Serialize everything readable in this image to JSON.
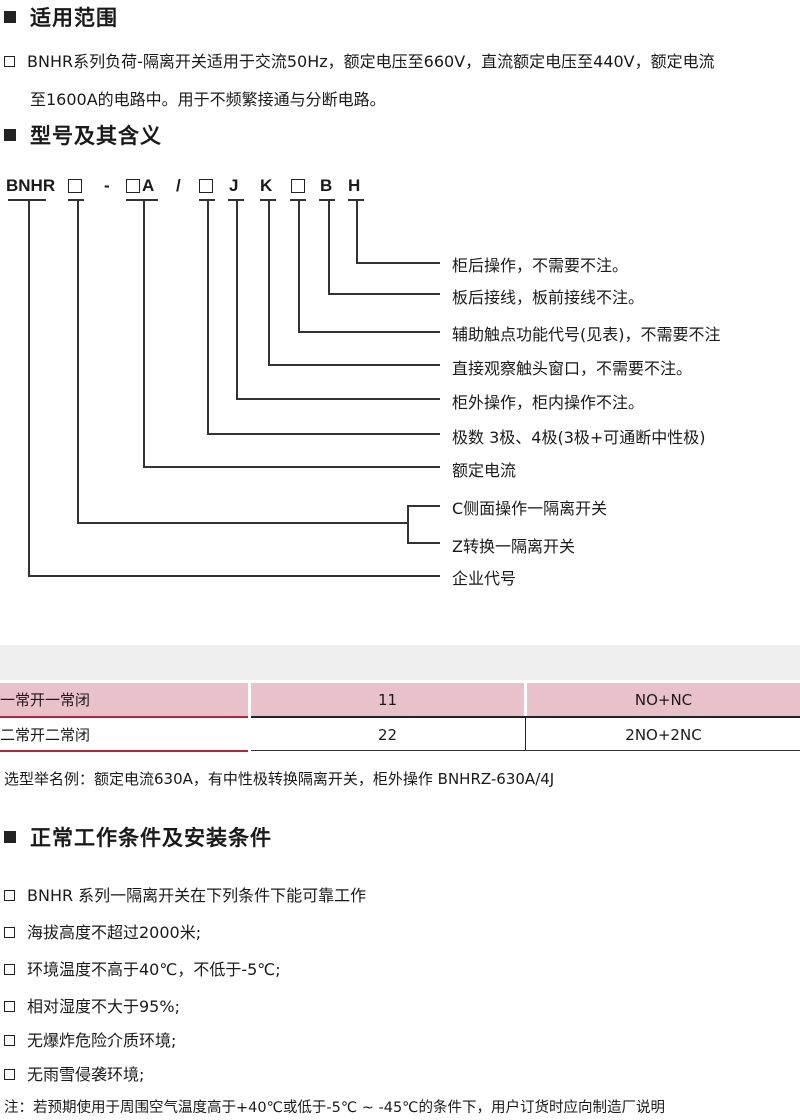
{
  "section1": {
    "title": "适用范围",
    "para_line1": "BNHR系列负荷-隔离开关适用于交流50Hz，额定电压至660V，直流额定电压至440V，额定电流",
    "para_line2": "至1600A的电路中。用于不频繁接通与分断电路。"
  },
  "section2": {
    "title": "型号及其含义",
    "code": {
      "prefix": "BNHR",
      "dash": "-",
      "a": "A",
      "slash": "/",
      "j": "J",
      "k": "K",
      "b": "B",
      "h": "H"
    },
    "labels": [
      "柜后操作，不需要不注。",
      "板后接线，板前接线不注。",
      "辅助触点功能代号(见表)，不需要不注",
      "直接观察触头窗口，不需要不注。",
      "柜外操作，柜内操作不注。",
      "极数 3极、4极(3极+可通断中性极)",
      "额定电流",
      "C侧面操作一隔离开关",
      "Z转换一隔离开关",
      "企业代号"
    ]
  },
  "table": {
    "rows": [
      {
        "name": "一常开一常闭",
        "code": "11",
        "contacts": "NO+NC"
      },
      {
        "name": "二常开二常闭",
        "code": "22",
        "contacts": "2NO+2NC"
      }
    ],
    "example": "选型举名例：额定电流630A，有中性极转换隔离开关，柜外操作 BNHRZ-630A/4J"
  },
  "section3": {
    "title": "正常工作条件及安装条件",
    "items": [
      "BNHR 系列一隔离开关在下列条件下能可靠工作",
      "海拔高度不超过2000米;",
      "环境温度不高于40℃，不低于-5℃;",
      "相对湿度不大于95%;",
      "无爆炸危险介质环境;",
      "无雨雪侵袭环境;"
    ],
    "note": "注：若预期使用于周围空气温度高于+40℃或低于-5℃ ~ -45℃的条件下，用户订货时应向制造厂说明"
  }
}
